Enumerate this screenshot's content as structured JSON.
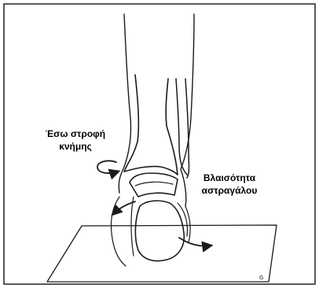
{
  "labels": {
    "tibia_rotation": [
      "Έσω στροφή",
      "κνήμης"
    ],
    "talus_valgus": [
      "Βλαισότητα",
      "αστραγάλου"
    ]
  },
  "signature": "G"
}
